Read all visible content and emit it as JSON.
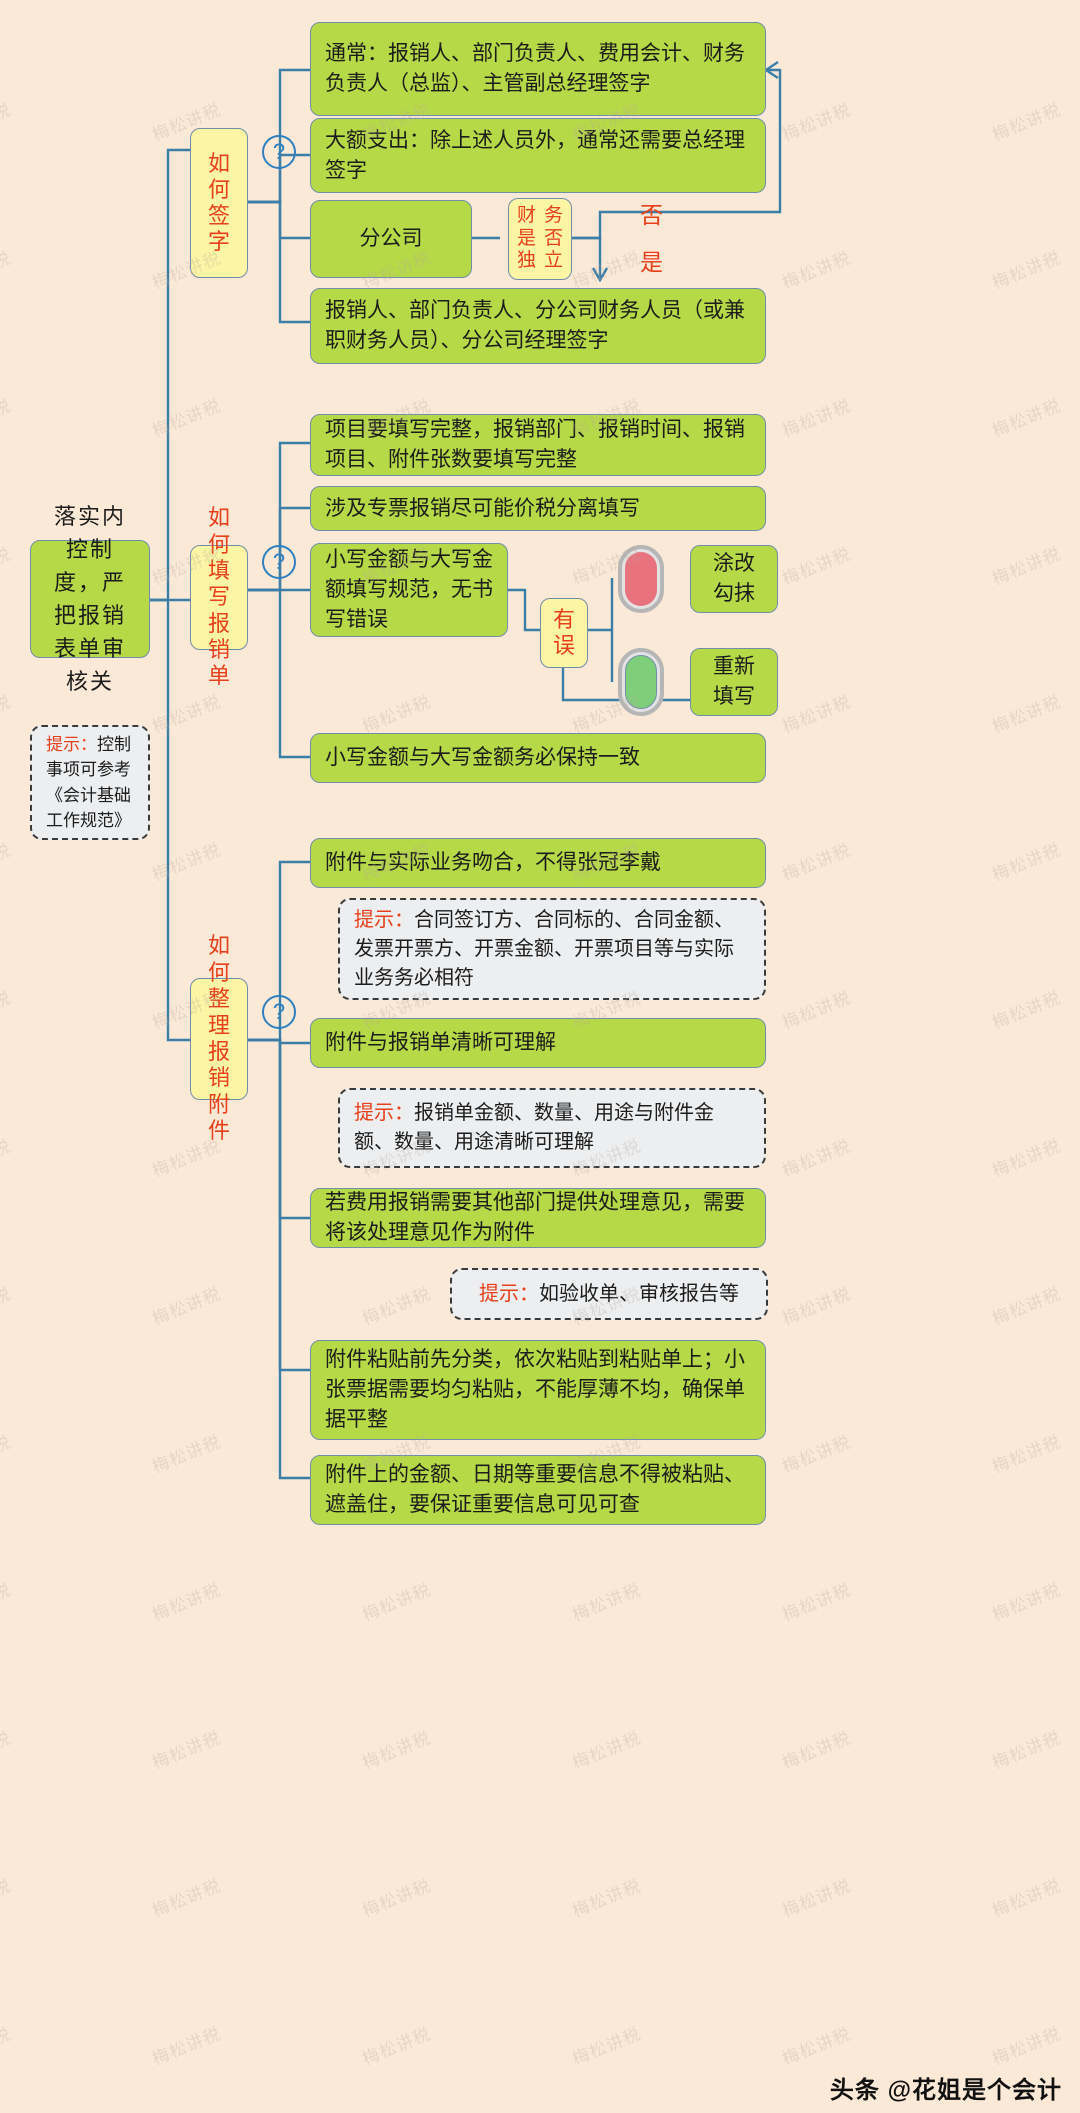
{
  "root": {
    "label": "落实内控制度，严把报销表单审核关"
  },
  "root_tip": {
    "prefix": "提示：",
    "text": "控制事项可参考《会计基础工作规范》"
  },
  "branches": [
    {
      "key": "sign",
      "label": "如何签字",
      "qmark": "?",
      "items": [
        {
          "id": "sign-1",
          "text": "通常：报销人、部门负责人、费用会计、财务负责人（总监）、主管副总经理签字"
        },
        {
          "id": "sign-2",
          "text": "大额支出：除上述人员外，通常还需要总经理签字"
        },
        {
          "id": "sign-3",
          "text": "分公司"
        },
        {
          "id": "sign-4",
          "text": "报销人、部门负责人、分公司财务人员（或兼职财务人员）、分公司经理签字"
        }
      ],
      "decision": {
        "label_cells": [
          "财",
          "务",
          "是",
          "否",
          "独",
          "立"
        ],
        "label_text": "财务是否独立",
        "no_label": "否",
        "yes_label": "是"
      }
    },
    {
      "key": "fill",
      "label": "如何填写报销单",
      "qmark": "?",
      "items": [
        {
          "id": "fill-1",
          "text": "项目要填写完整，报销部门、报销时间、报销项目、附件张数要填写完整"
        },
        {
          "id": "fill-2",
          "text": "涉及专票报销尽可能价税分离填写"
        },
        {
          "id": "fill-3",
          "text": "小写金额与大写金额填写规范，无书写错误"
        },
        {
          "id": "fill-4",
          "text": "小写金额与大写金额务必保持一致"
        }
      ],
      "error_node": {
        "label": "有误"
      },
      "outcomes": [
        {
          "id": "outcome-red",
          "light": "red-traffic-light",
          "text": "涂改勾抹"
        },
        {
          "id": "outcome-green",
          "light": "green-traffic-light",
          "text": "重新填写"
        }
      ]
    },
    {
      "key": "attach",
      "label": "如何整理报销附件",
      "qmark": "?",
      "items": [
        {
          "id": "att-1",
          "text": "附件与实际业务吻合，不得张冠李戴"
        },
        {
          "id": "att-2",
          "text": "附件与报销单清晰可理解"
        },
        {
          "id": "att-3",
          "text": "若费用报销需要其他部门提供处理意见，需要将该处理意见作为附件"
        },
        {
          "id": "att-4",
          "text": "附件粘贴前先分类，依次粘贴到粘贴单上；小张票据需要均匀粘贴，不能厚薄不均，确保单据平整"
        },
        {
          "id": "att-5",
          "text": "附件上的金额、日期等重要信息不得被粘贴、遮盖住，要保证重要信息可见可查"
        }
      ],
      "tips": [
        {
          "id": "tip-att-1",
          "prefix": "提示：",
          "text": "合同签订方、合同标的、合同金额、发票开票方、开票金额、开票项目等与实际业务务必相符"
        },
        {
          "id": "tip-att-2",
          "prefix": "提示：",
          "text": "报销单金额、数量、用途与附件金额、数量、用途清晰可理解"
        },
        {
          "id": "tip-att-3",
          "prefix": "提示：",
          "text": "如验收单、审核报告等"
        }
      ]
    }
  ],
  "footer": {
    "text": "头条 @花姐是个会计"
  },
  "watermark": {
    "text": "梅松讲税"
  },
  "colors": {
    "background": "#fbe9d7",
    "node_green": "#b6d947",
    "node_yellow": "#fbf5a5",
    "border": "#6f8fa8",
    "accent_red": "#e8401a",
    "wire": "#3b7ea8",
    "tip_bg": "#eceef0",
    "light_red": "#e8737f",
    "light_green": "#7ece7a"
  }
}
